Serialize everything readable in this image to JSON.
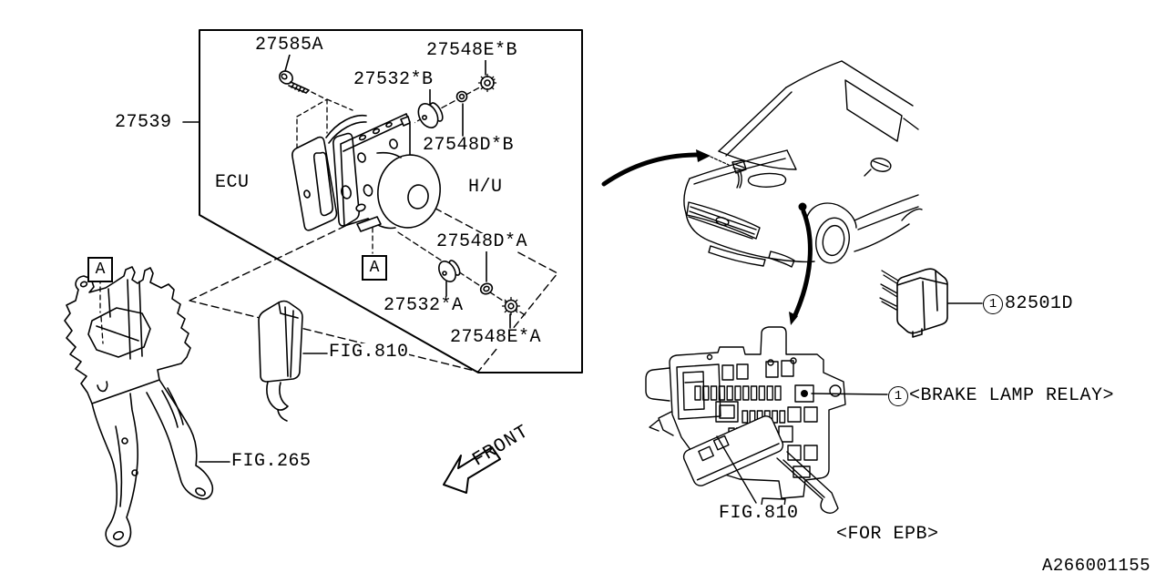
{
  "diagram": {
    "code": "A266001155",
    "line_color": "#000000",
    "background": "#ffffff",
    "parts": {
      "vdc_assembly": "27539",
      "bolt": "27585A",
      "nut_b": "27548E*B",
      "grommet_b": "27532*B",
      "washer_b": "27548D*B",
      "washer_a": "27548D*A",
      "grommet_a": "27532*A",
      "nut_a": "27548E*A",
      "relay": "82501D"
    },
    "annotations": {
      "ecu": "ECU",
      "hu": "H/U",
      "front": "FRONT",
      "detail_marker": "A",
      "callout_number": "1",
      "brake_lamp_relay": "<BRAKE LAMP RELAY>",
      "for_epb": "<FOR EPB>",
      "fig_brake_piping": "FIG.810",
      "fig_bracket": "FIG.265"
    }
  }
}
